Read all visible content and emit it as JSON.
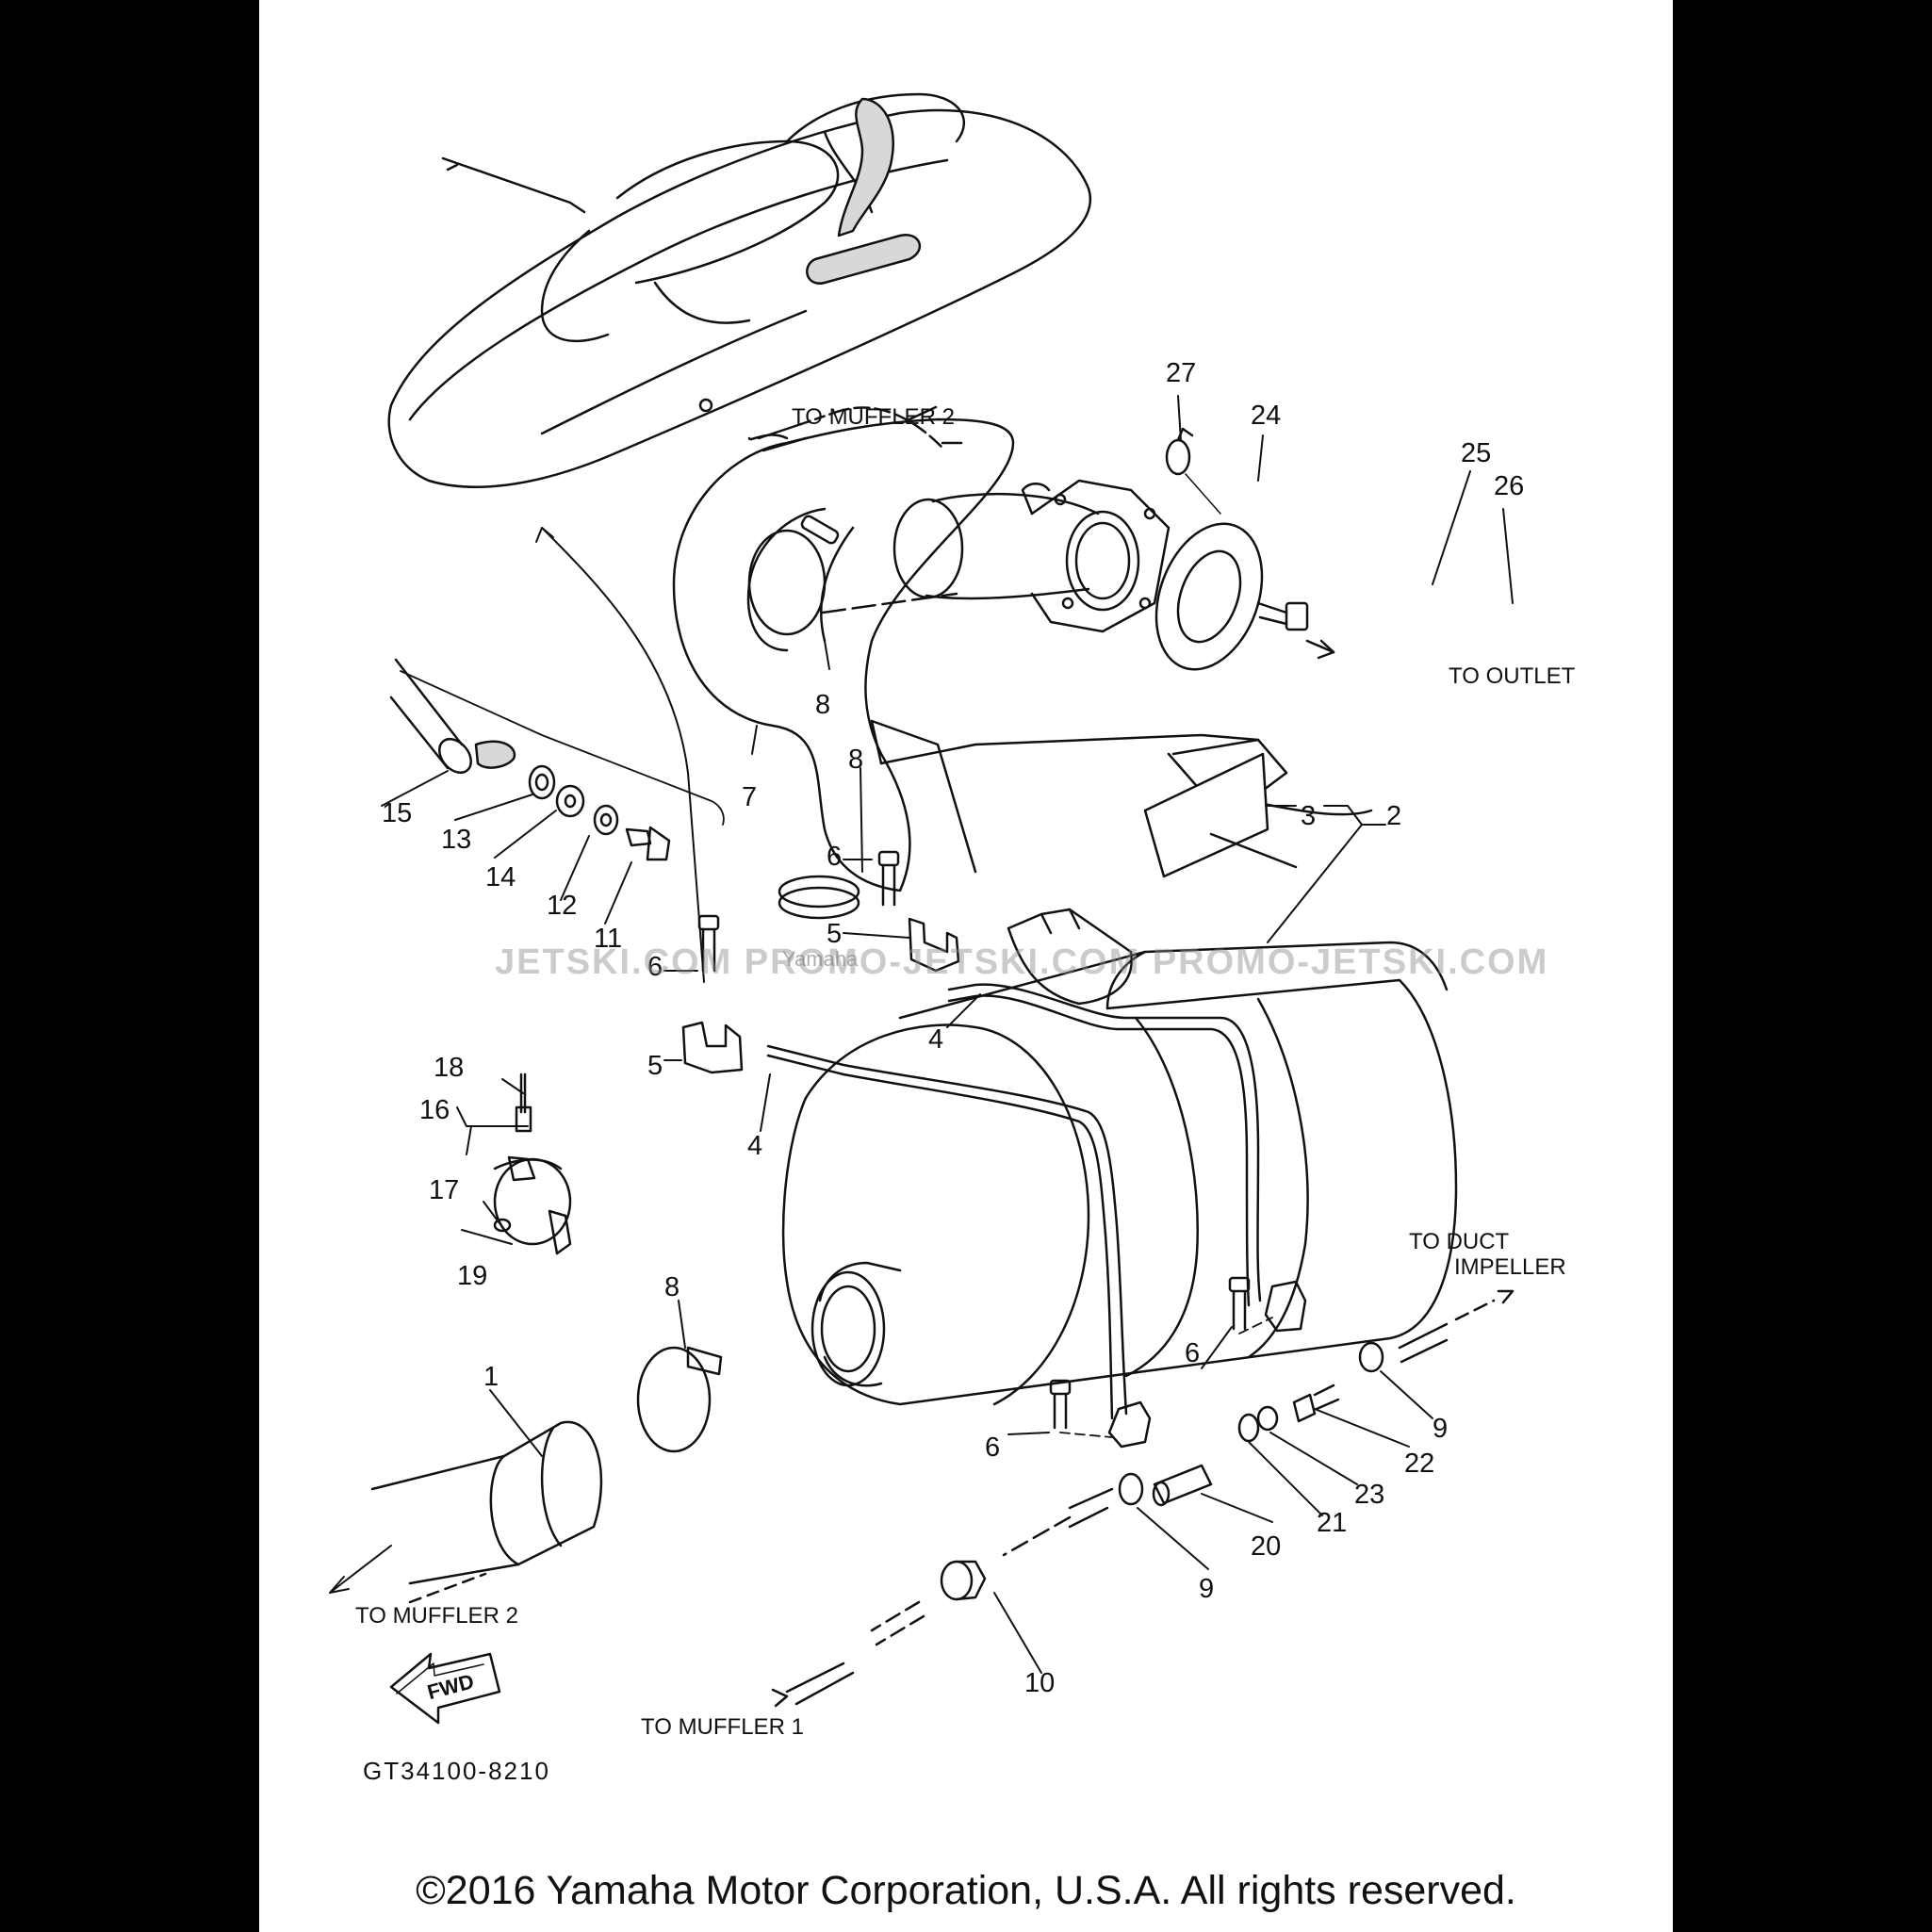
{
  "diagram_code": "GT34100-8210",
  "copyright": "©2016 Yamaha Motor Corporation, U.S.A. All rights reserved.",
  "watermark": "JETSKI.COM PROMO-JETSKI.COM PROMO-JETSKI.COM",
  "watermark_small": "Yamaha",
  "fwd_badge": "FWD",
  "flow_notes": [
    {
      "id": "to-muffler2-top",
      "text": "TO MUFFLER 2"
    },
    {
      "id": "to-outlet",
      "text": "TO OUTLET"
    },
    {
      "id": "to-duct",
      "text": "TO DUCT"
    },
    {
      "id": "impeller",
      "text": "IMPELLER"
    },
    {
      "id": "to-muffler2-bottom",
      "text": "TO MUFFLER 2"
    },
    {
      "id": "to-muffler1",
      "text": "TO MUFFLER 1"
    }
  ],
  "callouts": [
    "27",
    "24",
    "25",
    "26",
    "8",
    "7",
    "8",
    "3",
    "2",
    "15",
    "13",
    "14",
    "12",
    "11",
    "6",
    "5",
    "6",
    "5",
    "4",
    "4",
    "18",
    "16",
    "17",
    "19",
    "8",
    "1",
    "6",
    "6",
    "9",
    "22",
    "23",
    "21",
    "20",
    "9",
    "10"
  ]
}
